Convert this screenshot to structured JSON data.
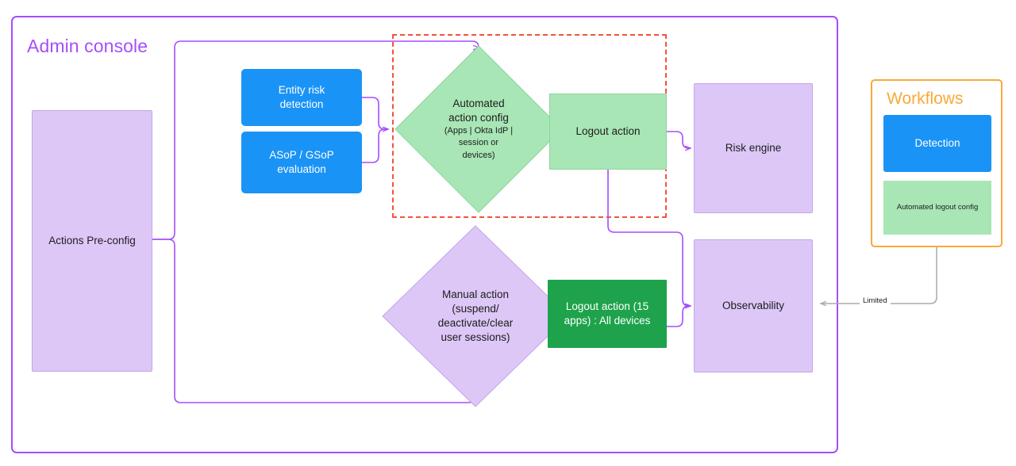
{
  "diagram": {
    "admin_console": {
      "title": "Admin console",
      "border_color": "#a64dff"
    },
    "nodes": {
      "actions_preconfig": {
        "label": "Actions Pre-config",
        "shape": "rect",
        "fill": "#ddc7f7"
      },
      "entity_risk_detection": {
        "label": "Entity risk\ndetection",
        "shape": "rect",
        "fill": "#1a93f7"
      },
      "asop_gsop_evaluation": {
        "label": "ASoP / GSoP\nevaluation",
        "shape": "rect",
        "fill": "#1a93f7"
      },
      "automated_action_config": {
        "label": "Automated\naction config",
        "sublabel": "(Apps | Okta IdP |\nsession or\ndevices)",
        "shape": "diamond",
        "fill": "#a8e6b5"
      },
      "logout_action": {
        "label": "Logout action",
        "shape": "rect",
        "fill": "#a8e6b5"
      },
      "manual_action": {
        "label": "Manual action\n(suspend/\ndeactivate/clear\nuser sessions)",
        "shape": "diamond",
        "fill": "#ddc7f7"
      },
      "logout_action_15_apps": {
        "label": "Logout action (15\napps) : All devices",
        "shape": "rect",
        "fill": "#1ea34c"
      },
      "risk_engine": {
        "label": "Risk engine",
        "shape": "rect",
        "fill": "#ddc7f7"
      },
      "observability": {
        "label": "Observability",
        "shape": "rect",
        "fill": "#ddc7f7"
      }
    },
    "group_box": {
      "name": "automated-action-group",
      "style": "dashed",
      "color": "#f4523b"
    },
    "workflows": {
      "title": "Workflows",
      "border_color": "#f9a937",
      "items": [
        {
          "label": "Detection",
          "fill": "#1a93f7"
        },
        {
          "label": "Automated logout config",
          "fill": "#a8e6b5"
        }
      ]
    },
    "edges": [
      {
        "from": "actions_preconfig",
        "to": "automated_action_config",
        "label": "",
        "color": "#a64dff"
      },
      {
        "from": "actions_preconfig",
        "to": "manual_action",
        "label": "",
        "color": "#a64dff"
      },
      {
        "from": "entity_risk_detection",
        "to": "automated_action_config",
        "label": "",
        "color": "#a64dff"
      },
      {
        "from": "asop_gsop_evaluation",
        "to": "automated_action_config",
        "label": "",
        "color": "#a64dff"
      },
      {
        "from": "logout_action",
        "to": "risk_engine",
        "label": "",
        "color": "#a64dff"
      },
      {
        "from": "logout_action",
        "to": "observability",
        "label": "",
        "color": "#a64dff"
      },
      {
        "from": "logout_action_15_apps",
        "to": "observability",
        "label": "",
        "color": "#a64dff"
      },
      {
        "from": "workflows",
        "to": "observability",
        "label": "Limited",
        "color": "#aaaaaa"
      }
    ],
    "edge_labels": {
      "limited": "Limited"
    }
  }
}
